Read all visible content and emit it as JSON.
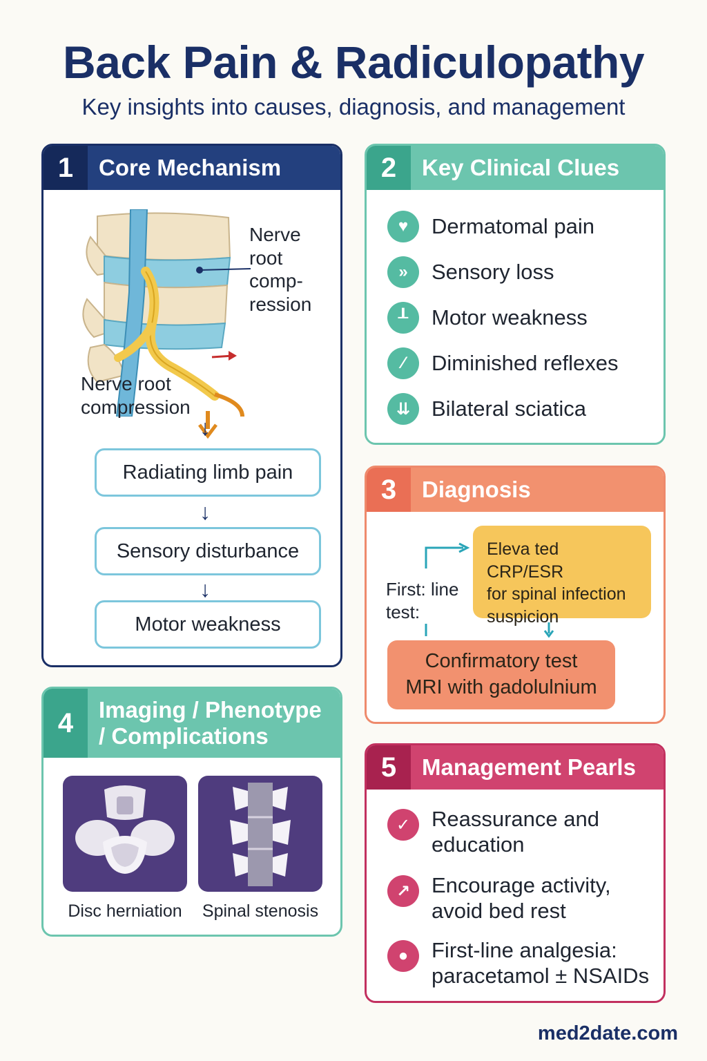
{
  "header": {
    "title": "Back Pain & Radiculopathy",
    "subtitle": "Key insights into causes, diagnosis, and management"
  },
  "mechanism": {
    "number": "1",
    "title": "Core Mechanism",
    "side_label": [
      "Nerve",
      "root",
      "comp-",
      "ression"
    ],
    "compression_label": [
      "Nerve root",
      "compression"
    ],
    "steps": [
      "Radiating limb pain",
      "Sensory disturbance",
      "Motor weakness"
    ]
  },
  "clues": {
    "number": "2",
    "title": "Key Clinical Clues",
    "items": [
      {
        "label": "Dermatomal pain",
        "icon": "heart-icon"
      },
      {
        "label": "Sensory loss",
        "icon": "double-chevron-icon"
      },
      {
        "label": "Motor weakness",
        "icon": "foot-icon"
      },
      {
        "label": "Diminished reflexes",
        "icon": "reflex-hammer-icon"
      },
      {
        "label": "Bilateral sciatica",
        "icon": "split-arrow-icon"
      }
    ]
  },
  "diagnosis": {
    "number": "3",
    "title": "Diagnosis",
    "first_line": [
      "First: line",
      "test:"
    ],
    "infection_box": [
      "Eleva ted CRP/ESR",
      "for spinal infection",
      "suspicion"
    ],
    "confirm_box": [
      "Confirmatory test",
      "MRI with gadolulnium"
    ]
  },
  "imaging": {
    "number": "4",
    "title": [
      "Imaging / Phenotype",
      "/ Complications"
    ],
    "tiles": [
      "Disc herniation",
      "Spinal stenosis"
    ]
  },
  "management": {
    "number": "5",
    "title": "Management Pearls",
    "items": [
      {
        "label": [
          "Reassurance and",
          "education"
        ],
        "icon": "check-icon"
      },
      {
        "label": [
          "Encourage activity,",
          "avoid bed rest"
        ],
        "icon": "trend-check-icon"
      },
      {
        "label": [
          "First-line analgesia:",
          "paracetamol ± NSAIDs"
        ],
        "icon": "pill-icon"
      }
    ]
  },
  "footer": "med2date.com",
  "colors": {
    "navy": "#1a2f66",
    "teal": "#6cc5ae",
    "coral": "#f2916f",
    "yellow": "#f6c65b",
    "magenta": "#d0436f",
    "purple": "#4f3c7e"
  }
}
